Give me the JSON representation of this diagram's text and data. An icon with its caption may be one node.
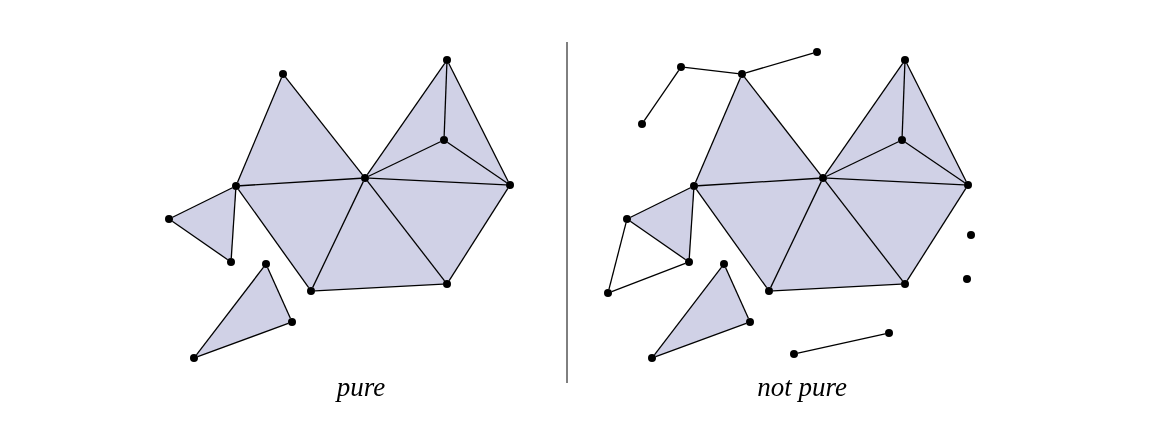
{
  "diagram": {
    "nodes": [
      {
        "text": [],
        "shape": "circle"
      },
      {
        "text": [],
        "shape": "circle"
      },
      {
        "text": [],
        "shape": "circle"
      },
      {
        "text": [],
        "shape": "circle"
      },
      {
        "text": [],
        "shape": "circle"
      },
      {
        "text": [],
        "shape": "circle"
      },
      {
        "text": [],
        "shape": "circle"
      },
      {
        "text": [],
        "shape": "circle"
      },
      {
        "text": [],
        "shape": "circle"
      },
      {
        "text": [],
        "shape": "circle"
      },
      {
        "text": [],
        "shape": "circle"
      },
      {
        "text": [],
        "shape": "circle"
      },
      {
        "text": [],
        "shape": "circle"
      },
      {
        "text": [],
        "shape": "circle"
      },
      {
        "text": [],
        "shape": "circle"
      },
      {
        "text": [],
        "shape": "circle"
      },
      {
        "text": [],
        "shape": "circle"
      },
      {
        "text": [],
        "shape": "circle"
      },
      {
        "text": [],
        "shape": "circle"
      },
      {
        "text": [],
        "shape": "circle"
      },
      {
        "text": [],
        "shape": "circle"
      },
      {
        "text": [],
        "shape": "circle"
      },
      {
        "text": [],
        "shape": "circle"
      },
      {
        "text": [],
        "shape": "circle"
      },
      {
        "text": [],
        "shape": "circle"
      },
      {
        "text": [],
        "shape": "circle"
      },
      {
        "text": [],
        "shape": "circle"
      },
      {
        "text": [],
        "shape": "circle"
      },
      {
        "text": [],
        "shape": "circle"
      },
      {
        "text": [],
        "shape": "circle"
      },
      {
        "text": [],
        "shape": "circle"
      },
      {
        "text": [],
        "shape": "circle"
      },
      {
        "text": [],
        "shape": "circle"
      },
      {
        "text": [],
        "shape": "circle"
      }
    ],
    "edges": [
      {
        "from": 1,
        "to": 5,
        "arrow": "none"
      },
      {
        "from": 1,
        "to": 3,
        "arrow": "none"
      },
      {
        "from": 5,
        "to": 3,
        "arrow": "none"
      },
      {
        "from": 0,
        "to": 3,
        "arrow": "none"
      },
      {
        "from": 0,
        "to": 2,
        "arrow": "none"
      },
      {
        "from": 0,
        "to": 4,
        "arrow": "none"
      },
      {
        "from": 2,
        "to": 3,
        "arrow": "none"
      },
      {
        "from": 2,
        "to": 4,
        "arrow": "none"
      },
      {
        "from": 3,
        "to": 4,
        "arrow": "none"
      },
      {
        "from": 5,
        "to": 10,
        "arrow": "none"
      },
      {
        "from": 3,
        "to": 10,
        "arrow": "none"
      },
      {
        "from": 10,
        "to": 9,
        "arrow": "none"
      },
      {
        "from": 3,
        "to": 9,
        "arrow": "none"
      },
      {
        "from": 9,
        "to": 4,
        "arrow": "none"
      },
      {
        "from": 6,
        "to": 5,
        "arrow": "none"
      },
      {
        "from": 5,
        "to": 7,
        "arrow": "none"
      },
      {
        "from": 6,
        "to": 7,
        "arrow": "none"
      },
      {
        "from": 8,
        "to": 11,
        "arrow": "none"
      },
      {
        "from": 11,
        "to": 12,
        "arrow": "none"
      },
      {
        "from": 12,
        "to": 8,
        "arrow": "none"
      },
      {
        "from": 16,
        "to": 21,
        "arrow": "none"
      },
      {
        "from": 16,
        "to": 19,
        "arrow": "none"
      },
      {
        "from": 21,
        "to": 19,
        "arrow": "none"
      },
      {
        "from": 14,
        "to": 19,
        "arrow": "none"
      },
      {
        "from": 14,
        "to": 18,
        "arrow": "none"
      },
      {
        "from": 14,
        "to": 20,
        "arrow": "none"
      },
      {
        "from": 18,
        "to": 19,
        "arrow": "none"
      },
      {
        "from": 18,
        "to": 20,
        "arrow": "none"
      },
      {
        "from": 19,
        "to": 20,
        "arrow": "none"
      },
      {
        "from": 21,
        "to": 29,
        "arrow": "none"
      },
      {
        "from": 19,
        "to": 29,
        "arrow": "none"
      },
      {
        "from": 29,
        "to": 27,
        "arrow": "none"
      },
      {
        "from": 19,
        "to": 27,
        "arrow": "none"
      },
      {
        "from": 27,
        "to": 20,
        "arrow": "none"
      },
      {
        "from": 22,
        "to": 21,
        "arrow": "none"
      },
      {
        "from": 21,
        "to": 24,
        "arrow": "none"
      },
      {
        "from": 22,
        "to": 24,
        "arrow": "none"
      },
      {
        "from": 25,
        "to": 30,
        "arrow": "none"
      },
      {
        "from": 30,
        "to": 33,
        "arrow": "none"
      },
      {
        "from": 33,
        "to": 25,
        "arrow": "none"
      },
      {
        "from": 17,
        "to": 15,
        "arrow": "none"
      },
      {
        "from": 15,
        "to": 16,
        "arrow": "none"
      },
      {
        "from": 16,
        "to": 13,
        "arrow": "none"
      },
      {
        "from": 22,
        "to": 28,
        "arrow": "none"
      },
      {
        "from": 28,
        "to": 24,
        "arrow": "none"
      },
      {
        "from": 32,
        "to": 31,
        "arrow": "none"
      }
    ],
    "labels": [
      "pure",
      "not pure"
    ]
  }
}
